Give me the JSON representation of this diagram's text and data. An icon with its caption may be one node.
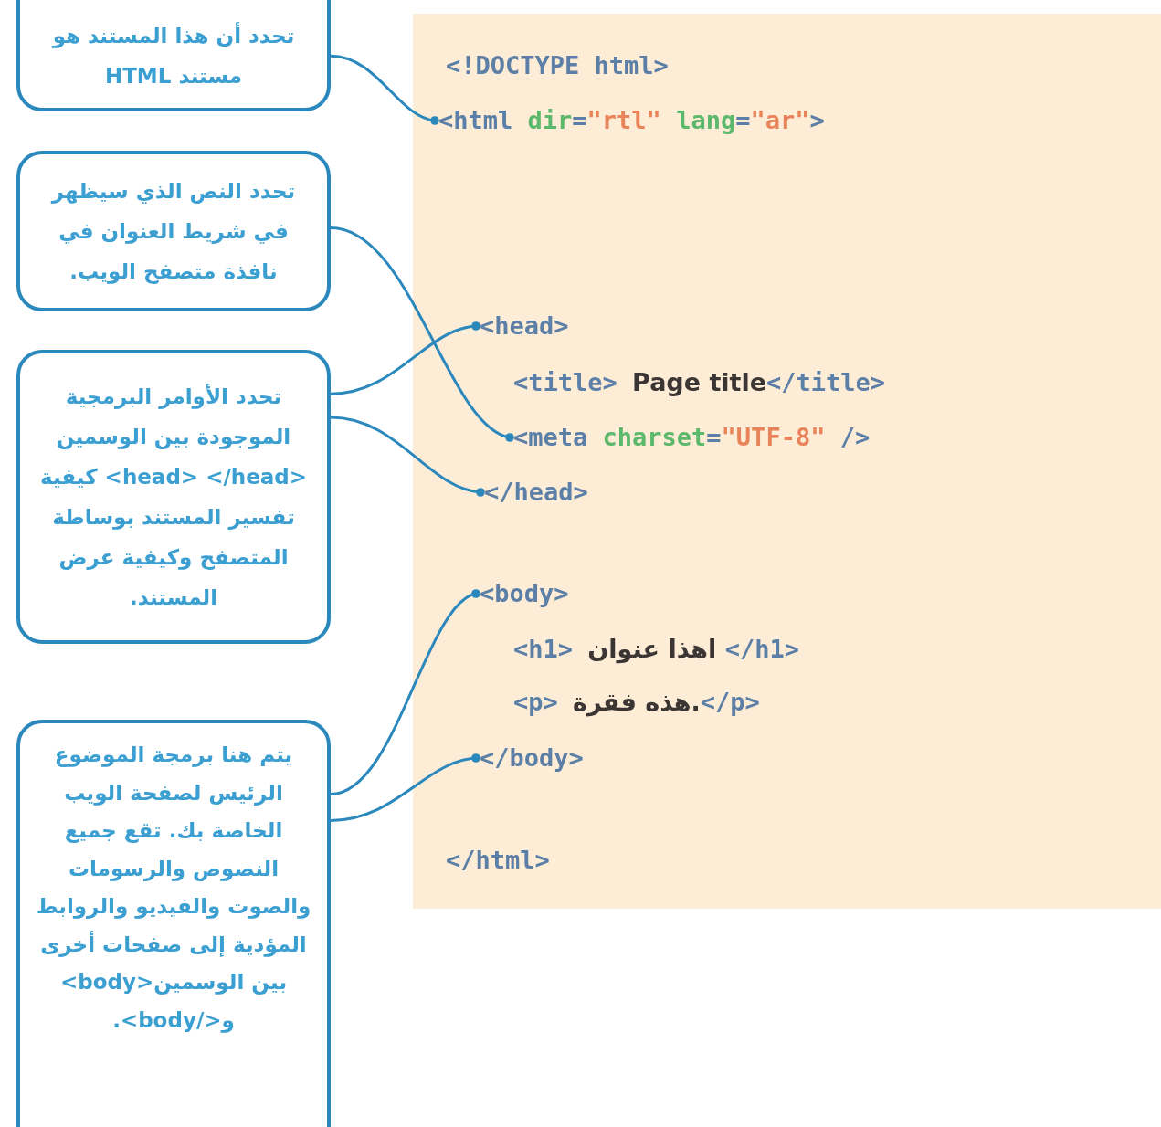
{
  "diagram": {
    "nodes": [
      {
        "text": [
          "تحدد أن هذا المستند هو مستند HTML"
        ]
      },
      {
        "text": [
          "تحدد النص الذي سيظهر في شريط العنوان في نافذة متصفح الويب."
        ]
      },
      {
        "text": [
          "تحدد الأوامر البرمجية الموجودة بين الوسمين <head> </head> كيفية تفسير المستند بوساطة المتصفح وكيفية عرض المستند."
        ]
      },
      {
        "text": [
          "يتم هنا برمجة الموضوع الرئيس لصفحة الويب الخاصة بك. تقع جميع النصوص والرسومات والصوت والفيديو والروابط المؤدية إلى صفحات أخرى بين الوسمين<body> و</body>."
        ]
      },
      {
        "text": [],
        "shape": "box"
      },
      {
        "text": [
          "<html dir=\"rtl\" lang=\"ar\">"
        ],
        "in": 4
      },
      {
        "text": [
          "<head>"
        ],
        "in": 4
      },
      {
        "text": [
          "<meta charset=\"UTF-8\" />"
        ],
        "in": 4
      },
      {
        "text": [
          "</head>"
        ],
        "in": 4
      },
      {
        "text": [
          "<body>"
        ],
        "in": 4
      },
      {
        "text": [
          "</body>"
        ],
        "in": 4
      }
    ],
    "edges": [
      {
        "from": 0,
        "to": 5,
        "arrow": "other"
      },
      {
        "from": 1,
        "to": 7,
        "arrow": "other"
      },
      {
        "from": 2,
        "to": 6,
        "arrow": "other"
      },
      {
        "from": 2,
        "to": 8,
        "arrow": "other"
      },
      {
        "from": 3,
        "to": 9,
        "arrow": "other"
      },
      {
        "from": 3,
        "to": 10,
        "arrow": "other"
      }
    ],
    "labels": [
      "<!DOCTYPE html>",
      "<title> Page title</title>",
      "<h1> اهذا عنوان </h1>",
      "<p> هذه فقرة.</p>",
      "</html>"
    ]
  }
}
